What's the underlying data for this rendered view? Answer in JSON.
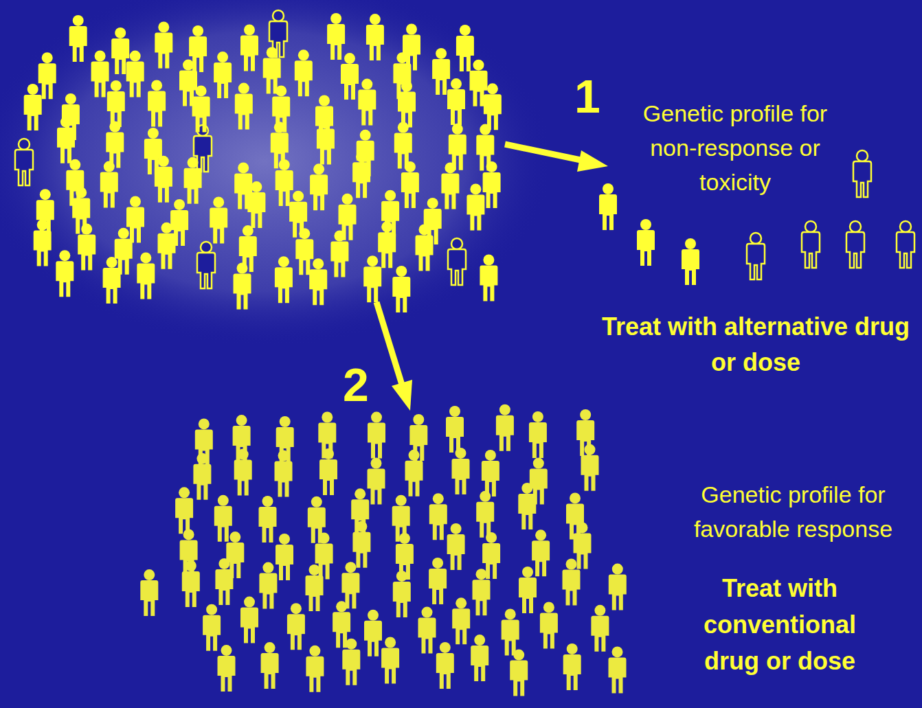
{
  "diagram": {
    "labels": [
      "1",
      "Genetic profile for non-response or toxicity",
      "Treat with alternative drug or dose",
      "2",
      "Genetic profile for favorable response",
      "Treat with conventional drug or dose"
    ]
  }
}
